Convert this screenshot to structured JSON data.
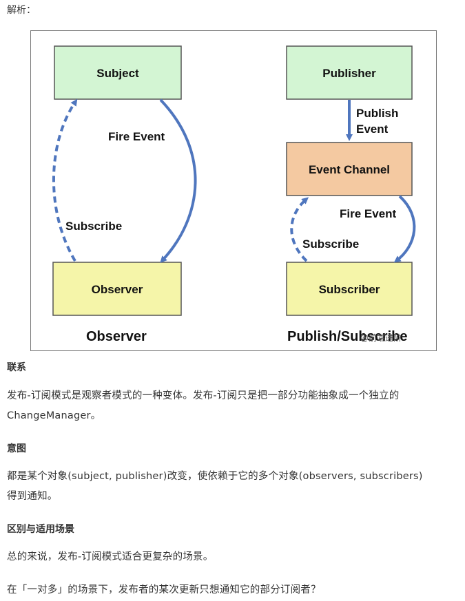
{
  "intro_label": "解析：",
  "diagram": {
    "observer": {
      "subject": "Subject",
      "observer": "Observer",
      "fire_event": "Fire Event",
      "subscribe": "Subscribe",
      "caption": "Observer"
    },
    "pubsub": {
      "publisher": "Publisher",
      "publish_event_line1": "Publish",
      "publish_event_line2": "Event",
      "event_channel": "Event Channel",
      "fire_event": "Fire Event",
      "subscribe": "Subscribe",
      "subscriber": "Subscriber",
      "caption": "Publish/Subscribe"
    },
    "watermark": "@前端进阶",
    "colors": {
      "green_box": "#d3f5d3",
      "yellow_box": "#f5f5a9",
      "orange_box": "#f4c9a1",
      "arrow_blue": "#4f76be"
    }
  },
  "sections": {
    "relation_heading": "联系",
    "relation_line1": "发布-订阅模式是观察者模式的一种变体。发布-订阅只是把一部分功能抽象成一个独立的",
    "relation_line2": "ChangeManager。",
    "intent_heading": "意图",
    "intent_line1": "都是某个对象(subject, publisher)改变，使依赖于它的多个对象(observers, subscribers)",
    "intent_line2": "得到通知。",
    "diff_heading": "区别与适用场景",
    "diff_line1": "总的来说，发布-订阅模式适合更复杂的场景。",
    "diff_line2": "在「一对多」的场景下，发布者的某次更新只想通知它的部分订阅者？"
  }
}
